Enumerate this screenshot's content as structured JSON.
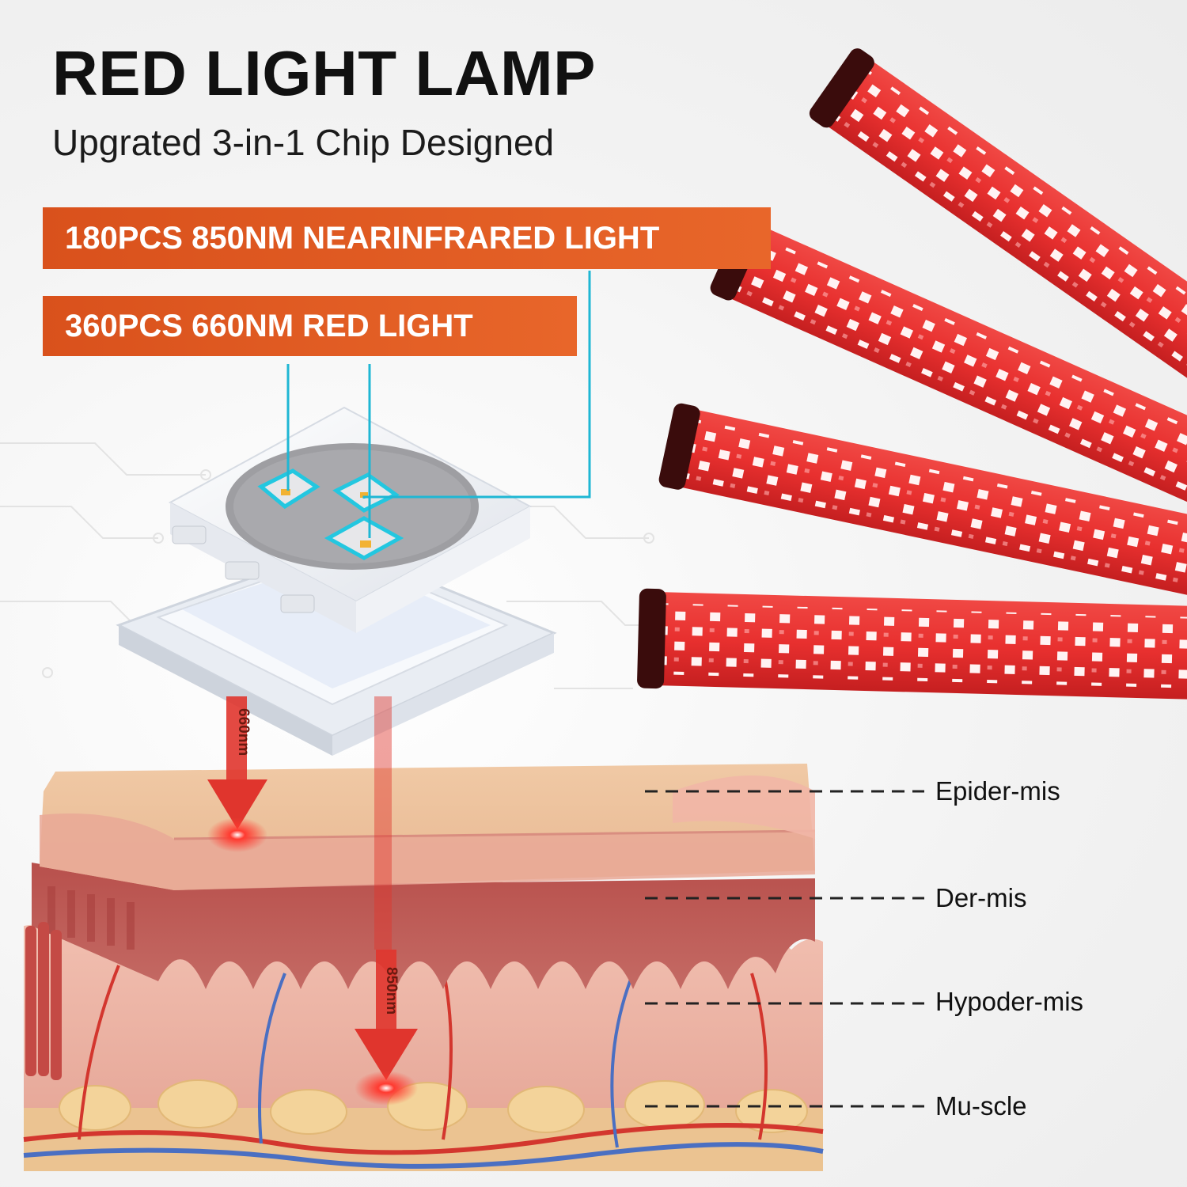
{
  "title": "RED LIGHT LAMP",
  "subtitle": "Upgrated 3-in-1 Chip Designed",
  "banners": [
    {
      "text": "180PCS 850NM NEARINFRARED LIGHT"
    },
    {
      "text": "360PCS 660NM RED LIGHT"
    }
  ],
  "wavelengths": [
    {
      "label": "660nm"
    },
    {
      "label": "850nm"
    }
  ],
  "layers": [
    {
      "label": "Epider-mis"
    },
    {
      "label": "Der-mis"
    },
    {
      "label": "Hypoder-mis"
    },
    {
      "label": "Mu-scle"
    }
  ],
  "colors": {
    "banner": "#e05a22",
    "lamp_red": "#e8302f",
    "lamp_cap": "#3a0c0c",
    "connector": "#1fb7d4",
    "arrow": "#e0352d"
  }
}
